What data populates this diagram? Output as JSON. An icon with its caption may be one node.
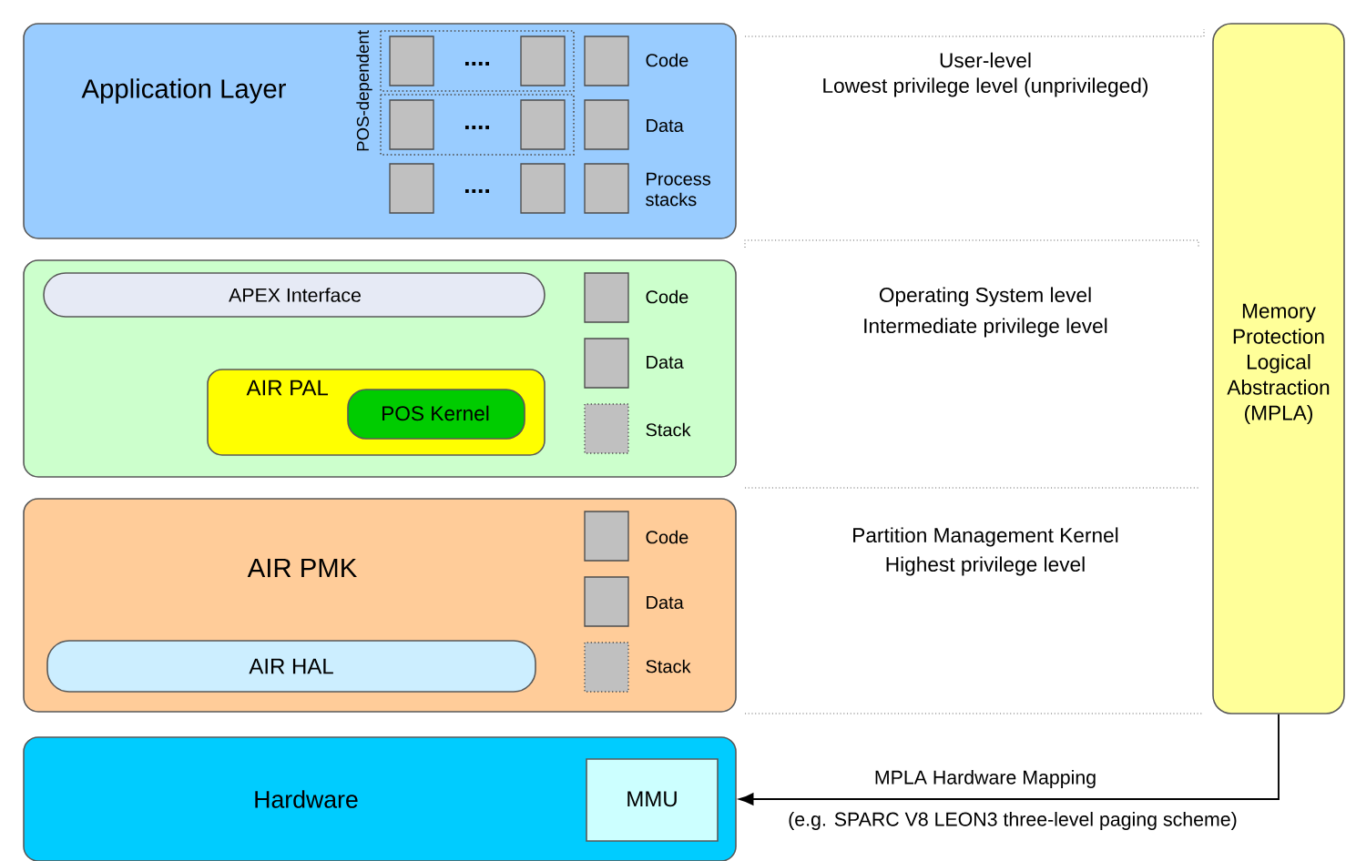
{
  "diagram": {
    "nodes": [
      {
        "text": [
          "Application Layer"
        ]
      },
      {
        "text": [],
        "shape": "box"
      },
      {
        "text": [
          "APEX Interface"
        ],
        "in": 1
      },
      {
        "text": [
          "AIR PAL"
        ],
        "in": 1
      },
      {
        "text": [
          "POS Kernel"
        ],
        "in": 3
      },
      {
        "text": [
          "AIR PMK"
        ]
      },
      {
        "text": [
          "AIR HAL"
        ],
        "in": 5
      },
      {
        "text": [
          "Hardware"
        ]
      },
      {
        "text": [
          "MMU"
        ],
        "in": 7
      },
      {
        "text": [
          "Memory Protection Logical Abstraction (MPLA)"
        ]
      }
    ],
    "edges": [
      {
        "from": 9,
        "to": 7,
        "arrow": "to",
        "label": "MPLA Hardware Mapping"
      }
    ],
    "labels": [
      "POS-dependent",
      "....",
      "Code",
      "....",
      "Data",
      "....",
      "Process stacks",
      "User-level",
      "Lowest privilege level (unprivileged)",
      "Code",
      "Data",
      "Stack",
      "Operating System level",
      "Intermediate privilege level",
      "Code",
      "Data",
      "Stack",
      "Partition Management Kernel",
      "Highest privilege level",
      "(e.g. SPARC V8 LEON3 three-level paging scheme)"
    ]
  }
}
